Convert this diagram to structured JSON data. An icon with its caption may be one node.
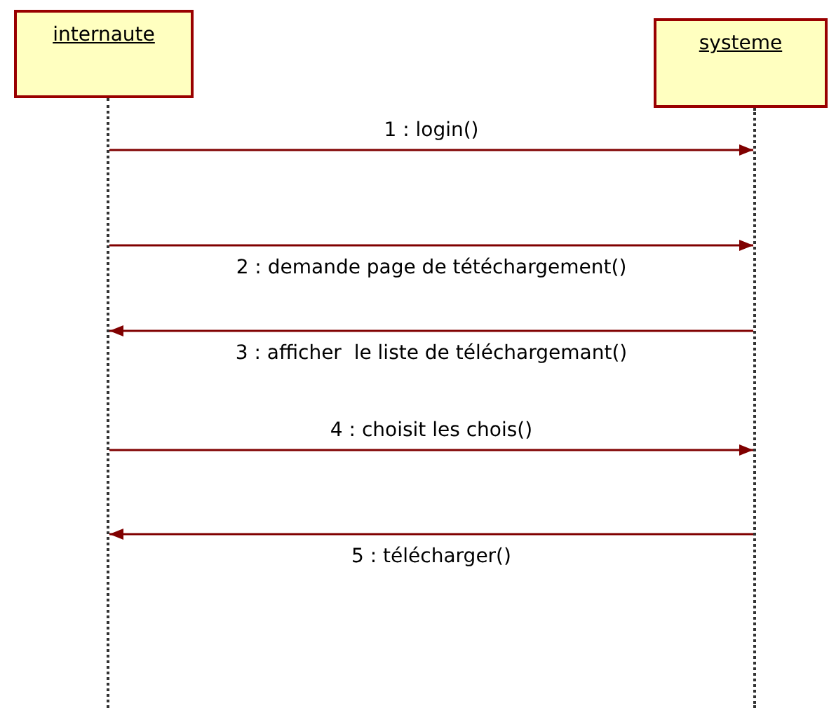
{
  "diagram": {
    "nodes": [
      {
        "text": [
          "internaute"
        ]
      },
      {
        "text": [
          "systeme"
        ]
      },
      {
        "text": [],
        "shape": "line"
      },
      {
        "text": [],
        "shape": "line"
      }
    ],
    "edges": [
      {
        "from": 2,
        "to": 3,
        "arrow": "to",
        "label": "1 : login()"
      },
      {
        "from": 2,
        "to": 3,
        "arrow": "to",
        "label": "2 : demande page de tétéchargement()"
      },
      {
        "from": 3,
        "to": 2,
        "arrow": "to",
        "label": "3 : afficher  le liste de téléchargemant()"
      },
      {
        "from": 2,
        "to": 3,
        "arrow": "to",
        "label": "4 : choisit les chois()"
      },
      {
        "from": 3,
        "to": 2,
        "arrow": "to",
        "label": "5 : télécharger()"
      }
    ]
  }
}
